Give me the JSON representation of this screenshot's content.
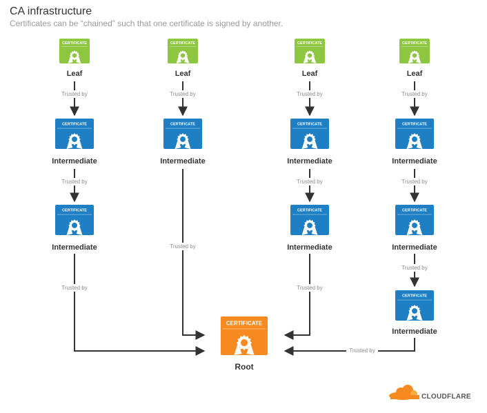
{
  "header": {
    "title": "CA infrastructure",
    "subtitle": "Certificates can be “chained” such that one certificate is signed by another."
  },
  "colors": {
    "leaf": "#8dc63f",
    "intermediate": "#1f7fc4",
    "root": "#f6891f",
    "line": "#333333"
  },
  "certificate_text": "CERTIFICATE",
  "labels": {
    "leaf": "Leaf",
    "intermediate": "Intermediate",
    "root": "Root"
  },
  "edge_label": "Trusted by",
  "chains": [
    {
      "nodes": [
        "Leaf",
        "Intermediate",
        "Intermediate"
      ]
    },
    {
      "nodes": [
        "Leaf",
        "Intermediate"
      ]
    },
    {
      "nodes": [
        "Leaf",
        "Intermediate",
        "Intermediate"
      ]
    },
    {
      "nodes": [
        "Leaf",
        "Intermediate",
        "Intermediate",
        "Intermediate"
      ]
    }
  ],
  "logo": {
    "text": "CLOUDFLARE",
    "icon": "cloud-icon"
  }
}
